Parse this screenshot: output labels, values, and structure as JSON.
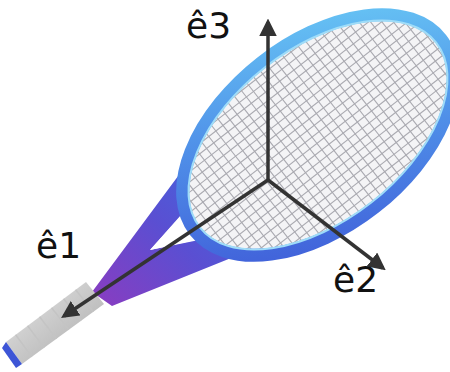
{
  "diagram": {
    "labels": [
      "ê3",
      "ê1",
      "ê2"
    ]
  }
}
